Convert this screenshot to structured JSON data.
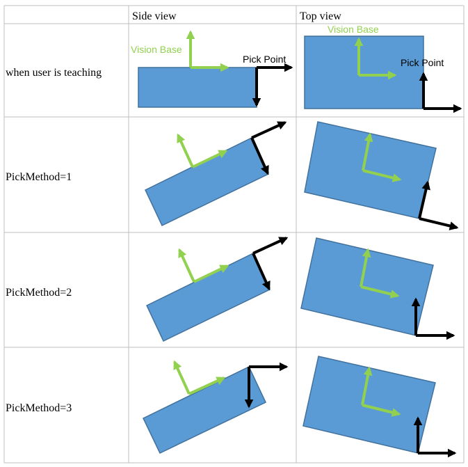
{
  "headers": {
    "side_view": "Side view",
    "top_view": "Top view"
  },
  "rows": [
    {
      "label": "when user is teaching"
    },
    {
      "label": "PickMethod=1"
    },
    {
      "label": "PickMethod=2"
    },
    {
      "label": "PickMethod=3"
    }
  ],
  "annotations": {
    "vision_base_side": "Vision Base",
    "vision_base_top": "Vision Base",
    "pick_point_side": "Pick Point",
    "pick_point_top": "Pick Point"
  },
  "colors": {
    "box_fill": "#5b9bd5",
    "box_stroke": "#41719c",
    "vision_base_axes": "#92d050",
    "pick_point_axes": "#000000",
    "grid_line": "#bfbfbf"
  }
}
